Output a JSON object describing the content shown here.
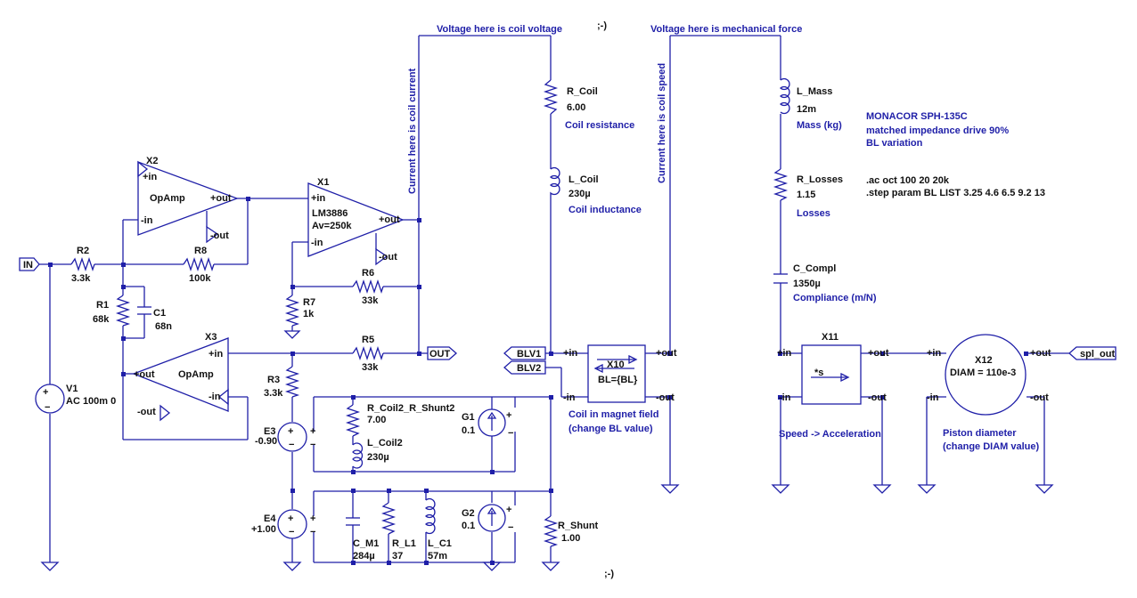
{
  "notes": {
    "coil_voltage": "Voltage here is coil voltage",
    "smiley_top": ";-)",
    "mech_force": "Voltage here is mechanical force",
    "coil_current": "Current here is coil current",
    "coil_speed": "Current here is coil speed",
    "smiley_bottom": ";-)"
  },
  "components": {
    "X2": {
      "name": "X2",
      "type": "OpAmp",
      "pin_in_plus": "+in",
      "pin_in_minus": "-in",
      "pin_out_plus": "+out",
      "pin_out_minus": "-out"
    },
    "X1": {
      "name": "X1",
      "pin_in_plus": "+in",
      "pin_in_minus": "-in",
      "pin_out_plus": "+out",
      "pin_out_minus": "-out",
      "part": "LM3886",
      "gain": "Av=250k"
    },
    "X3": {
      "name": "X3",
      "type": "OpAmp",
      "pin_in_plus": "+in",
      "pin_in_minus": "-in",
      "pin_out_plus": "+out",
      "pin_out_minus": "-out"
    },
    "R2": {
      "name": "R2",
      "value": "3.3k"
    },
    "R8": {
      "name": "R8",
      "value": "100k"
    },
    "R1": {
      "name": "R1",
      "value": "68k"
    },
    "C1": {
      "name": "C1",
      "value": "68n"
    },
    "R7": {
      "name": "R7",
      "value": "1k"
    },
    "R6": {
      "name": "R6",
      "value": "33k"
    },
    "R5": {
      "name": "R5",
      "value": "33k"
    },
    "R3": {
      "name": "R3",
      "value": "3.3k"
    },
    "V1": {
      "name": "V1",
      "value": "AC 100m 0"
    },
    "E3": {
      "name": "E3",
      "value": "-0.90"
    },
    "E4": {
      "name": "E4",
      "value": "+1.00"
    },
    "R_Coil2_R_Shunt2": {
      "name": "R_Coil2_R_Shunt2",
      "value": "7.00"
    },
    "L_Coil2": {
      "name": "L_Coil2",
      "value": "230µ"
    },
    "G1": {
      "name": "G1",
      "value": "0.1"
    },
    "G2": {
      "name": "G2",
      "value": "0.1"
    },
    "C_M1": {
      "name": "C_M1",
      "value": "284µ"
    },
    "R_L1": {
      "name": "R_L1",
      "value": "37"
    },
    "L_C1": {
      "name": "L_C1",
      "value": "57m"
    },
    "R_Shunt": {
      "name": "R_Shunt",
      "value": "1.00"
    },
    "R_Coil": {
      "name": "R_Coil",
      "value": "6.00",
      "desc": "Coil resistance"
    },
    "L_Coil": {
      "name": "L_Coil",
      "value": "230µ",
      "desc": "Coil inductance"
    },
    "X10": {
      "name": "X10",
      "value": "BL={BL}",
      "desc1": "Coil in magnet field",
      "desc2": "(change BL value)",
      "pin_in_plus": "+in",
      "pin_in_minus": "-in",
      "pin_out_plus": "+out",
      "pin_out_minus": "-out"
    },
    "L_Mass": {
      "name": "L_Mass",
      "value": "12m",
      "desc": "Mass (kg)"
    },
    "R_Losses": {
      "name": "R_Losses",
      "value": "1.15",
      "desc": "Losses"
    },
    "C_Compl": {
      "name": "C_Compl",
      "value": "1350µ",
      "desc": "Compliance (m/N)"
    },
    "X11": {
      "name": "X11",
      "value": "*s",
      "desc": "Speed -> Acceleration",
      "pin_in_plus": "+in",
      "pin_in_minus": "-in",
      "pin_out_plus": "+out",
      "pin_out_minus": "-out"
    },
    "X12": {
      "name": "X12",
      "value": "DIAM = 110e-3",
      "desc1": "Piston diameter",
      "desc2": "(change DIAM value)",
      "pin_in_plus": "+in",
      "pin_in_minus": "-in",
      "pin_out_plus": "+out",
      "pin_out_minus": "-out"
    }
  },
  "ports": {
    "in": "IN",
    "out": "OUT",
    "blv1": "BLV1",
    "blv2": "BLV2",
    "spl_out": "spl_out"
  },
  "info": {
    "model": "MONACOR SPH-135C",
    "drive": "matched impedance drive 90%",
    "variation": "BL variation",
    "ac_cmd": ".ac oct 100 20 20k",
    "step_cmd": ".step param BL LIST 3.25 4.6 6.5 9.2 13"
  },
  "colors": {
    "wire": "#1f1fa8",
    "text": "#111111",
    "label": "#1f1fa8",
    "background": "#ffffff"
  }
}
